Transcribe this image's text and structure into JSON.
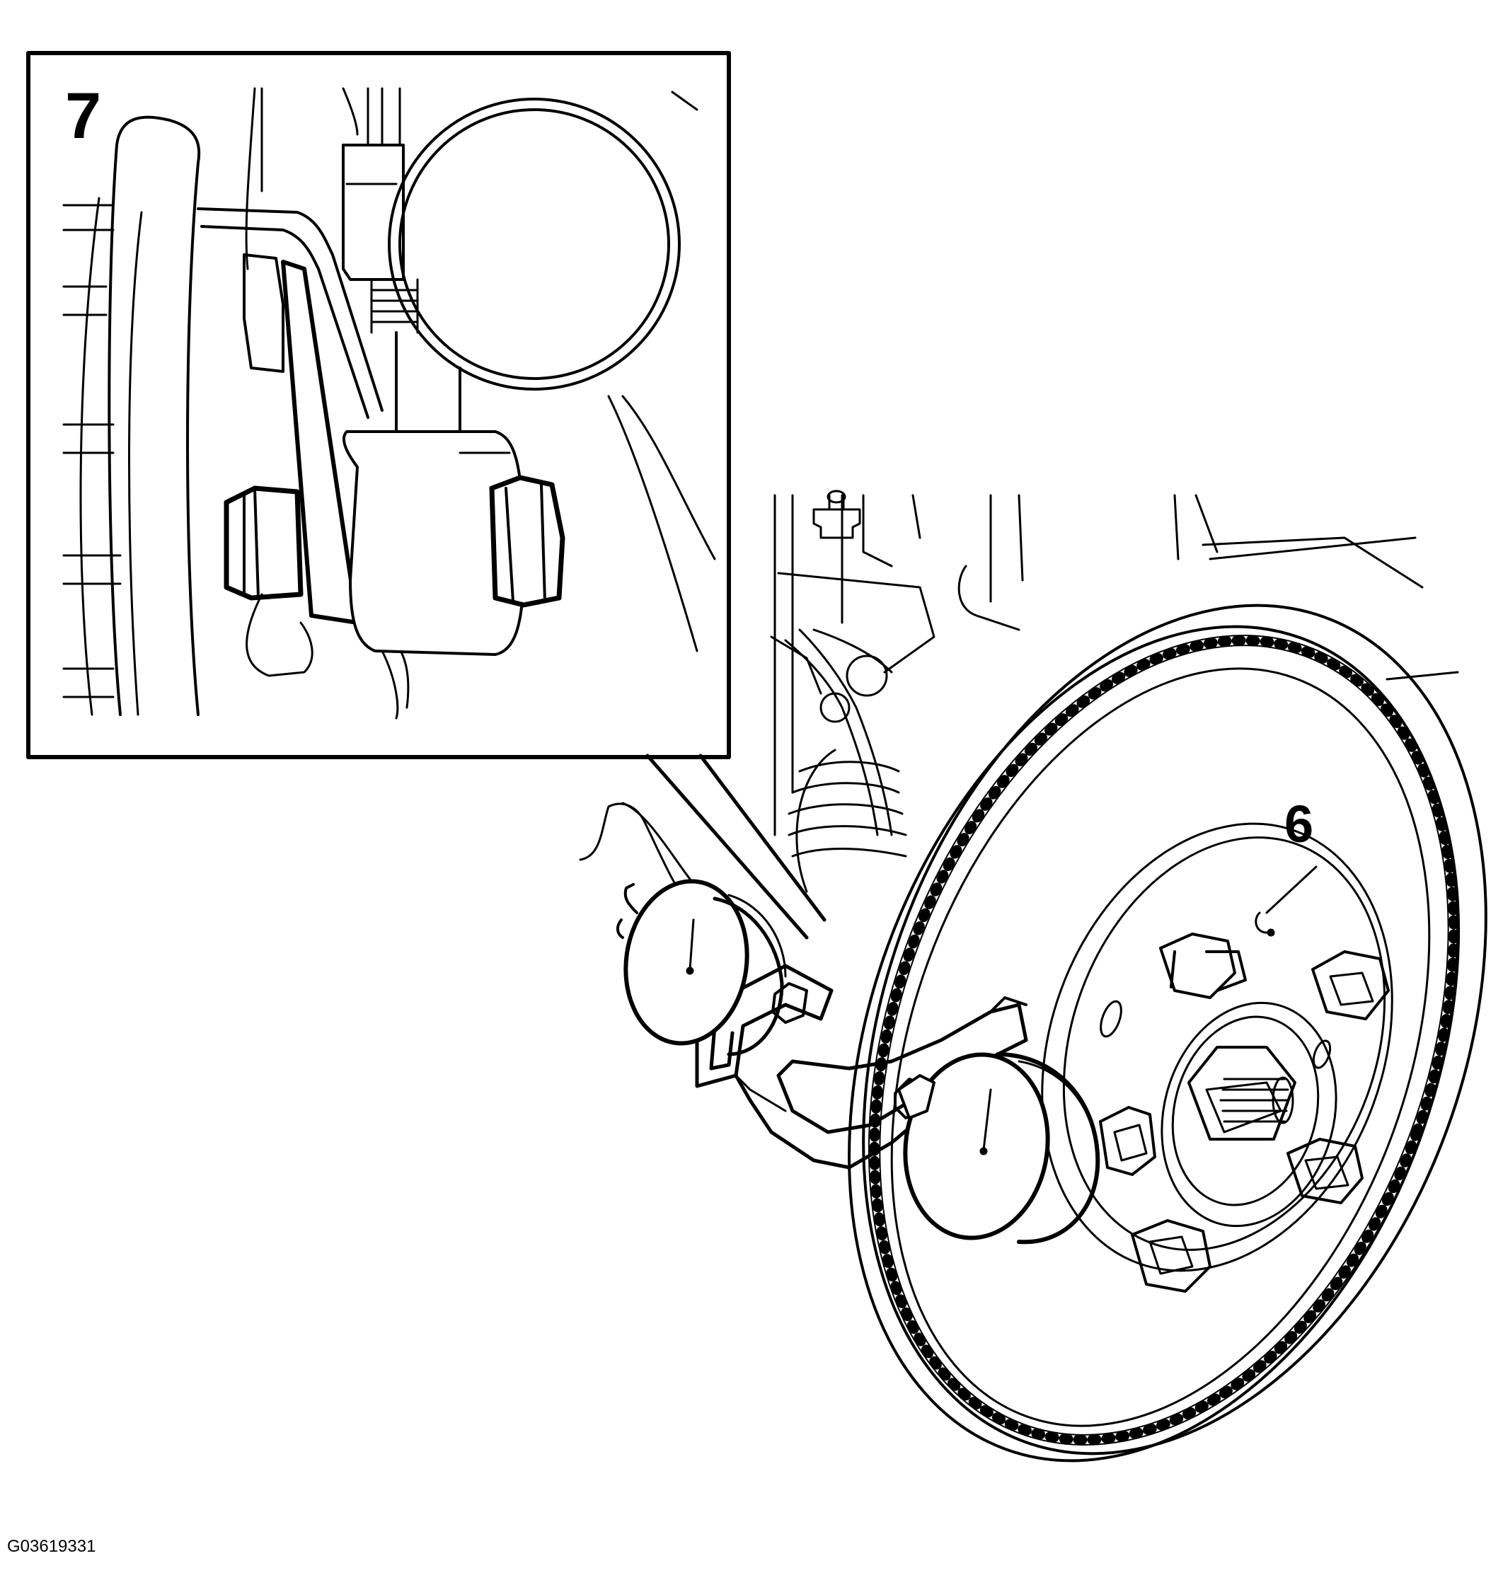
{
  "callouts": {
    "inset_label": "7",
    "hub_label": "6"
  },
  "figure_code": "G03619331",
  "colors": {
    "line": "#000000",
    "background": "#ffffff"
  },
  "icons": [
    "dial-indicator-icon",
    "wheel-stud-icon",
    "hex-nut-icon",
    "brake-disc-icon"
  ]
}
